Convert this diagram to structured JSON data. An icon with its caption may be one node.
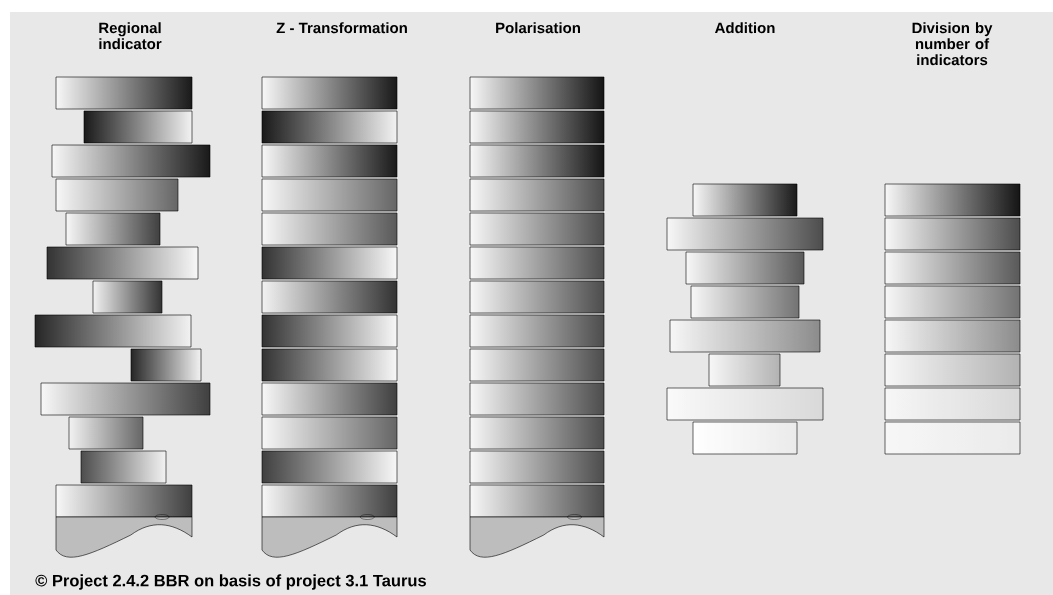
{
  "diagram": {
    "caption": "© Project 2.4.2 BBR on basis of project 3.1 Taurus",
    "labels": [
      "Regional indicator",
      "Z - Transformation",
      "Polarisation",
      "Addition",
      "Division by number of indicators"
    ]
  }
}
